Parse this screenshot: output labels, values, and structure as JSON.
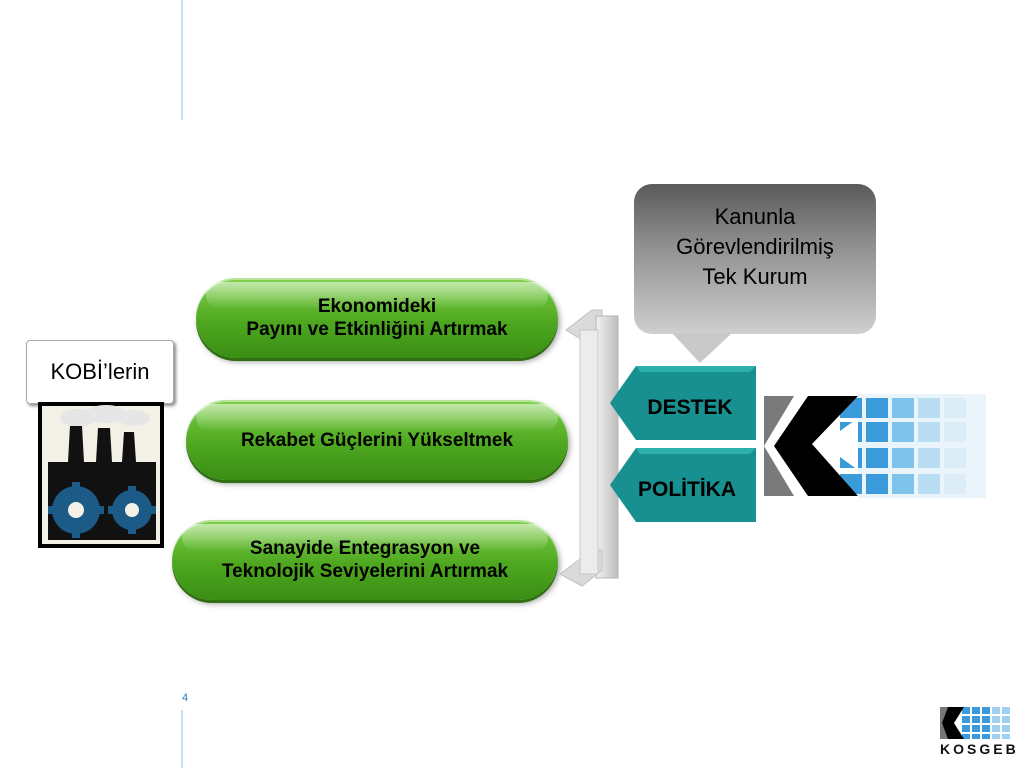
{
  "goals": [
    {
      "line1": "Ekonomideki",
      "line2": "Payını ve Etkinliğini Artırmak"
    },
    {
      "line1": "Rekabet Güçlerini Yükseltmek",
      "line2": ""
    },
    {
      "line1": "Sanayide Entegrasyon ve",
      "line2": "Teknolojik Seviyelerini Artırmak"
    }
  ],
  "kobi_label": "KOBİ’lerin",
  "callout": {
    "line1": "Kanunla",
    "line2": "Görevlendirilmiş",
    "line3": "Tek Kurum"
  },
  "boxes": {
    "destek": "DESTEK",
    "politika": "POLİTİKA"
  },
  "page_number": "4",
  "logo_text": "KOSGEB",
  "colors": {
    "accent_green": "#4ea81f",
    "teal": "#17908f",
    "rule_blue": "#bfe0f2",
    "logo_blue": "#3b9ad9"
  },
  "icons": [
    "factory-gears-icon",
    "kosgeb-logo-icon"
  ]
}
